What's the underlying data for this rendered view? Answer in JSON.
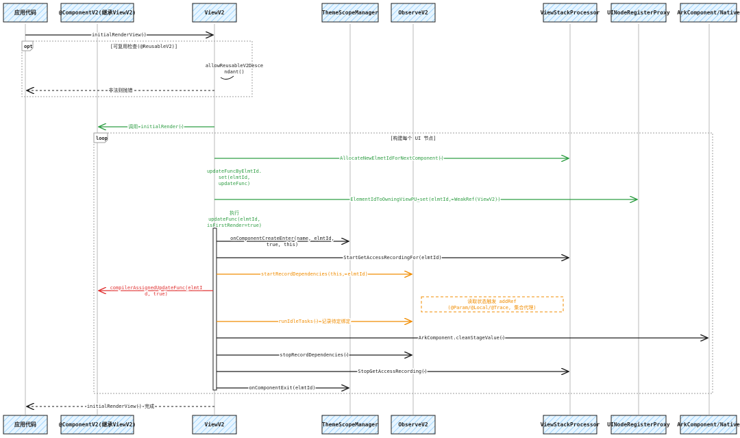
{
  "participants": [
    "应用代码",
    "@ComponentV2(继承ViewV2)",
    "ViewV2",
    "ThemeScopeManager",
    "ObserveV2",
    "ViewStackProcessor",
    "UINodeRegisterProxy",
    "ArkComponent/Native"
  ],
  "frames": {
    "opt": {
      "tag": "opt",
      "title": "[可复用检查(@ReusableV2)]"
    },
    "loop": {
      "tag": "loop",
      "title": "[构建每个 UI 节点]"
    }
  },
  "messages": {
    "m1": "initialRenderView()",
    "m2a": "allowReusableV2Desce",
    "m2b": "ndant()",
    "m3": "非法则抛错",
    "m4": "调用 initialRender()",
    "m5": "AllocateNewElmetIdForNextComponent()",
    "m6a": "updateFuncByElmtId.",
    "m6b": "set(elmtId,",
    "m6c": "updateFunc)",
    "m7": "ElementIdToOwningViewPU_set(elmtId, WeakRef(ViewV2))",
    "m8a": "执行",
    "m8b": "updateFunc(elmtId,",
    "m8c": "isFirstRender=true)",
    "m9a": "onComponentCreateEnter(name, elmtId,",
    "m9b": "true, this)",
    "m10": "StartGetAccessRecordingFor(elmtId)",
    "m11": "startRecordDependencies(this, elmtId)",
    "m12a": "compilerAssignedUpdateFunc(elmtI",
    "m12b": "d, true)",
    "m13": "runIdleTasks() 记录待定绑定",
    "m14": "ArkComponent.cleanStageValue()",
    "m15": "stopRecordDependencies()",
    "m16": "StopGetAccessRecording()",
    "m17": "onComponentExit(elmtId)",
    "m18": "initialRenderView() 完成"
  },
  "note": {
    "line1": "读取状态触发 addRef",
    "line2": "(@Param/@Local/@Trace, 集合代理)"
  },
  "colors": {
    "black": "#1e1e1e",
    "green": "#2f9e44",
    "orange": "#f08c00",
    "red": "#e03131",
    "participant_fill": "#a5d8ff",
    "lifeline": "#b8b8b8",
    "frame": "#9e9e9e"
  }
}
